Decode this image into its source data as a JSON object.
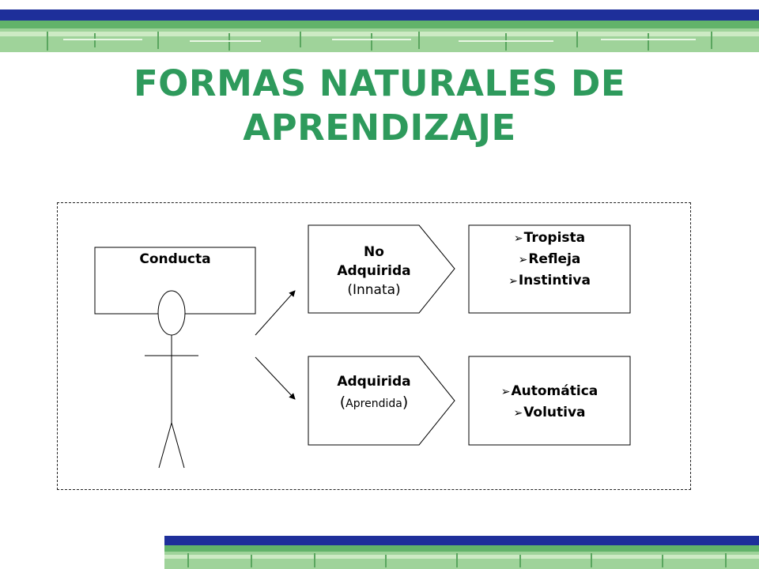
{
  "title": {
    "line1": "FORMAS NATURALES DE",
    "line2": "APRENDIZAJE"
  },
  "diagram": {
    "root": "Conducta",
    "no_adquirida": {
      "line1": "No",
      "line2": "Adquirida",
      "line3": "(Innata)"
    },
    "adquirida": {
      "line1": "Adquirida",
      "line2": "Aprendida",
      "open_paren": "(",
      "close_paren": ")"
    },
    "innate_types": [
      "Tropista",
      "Refleja",
      "Instintiva"
    ],
    "learned_types": [
      "Automática",
      "Volutiva"
    ],
    "bullet_icon": "arrowhead-bullet-icon"
  },
  "colors": {
    "title": "#2e9a5c",
    "band_dark": "#1e2f9a",
    "band_green": "#62b36a"
  }
}
